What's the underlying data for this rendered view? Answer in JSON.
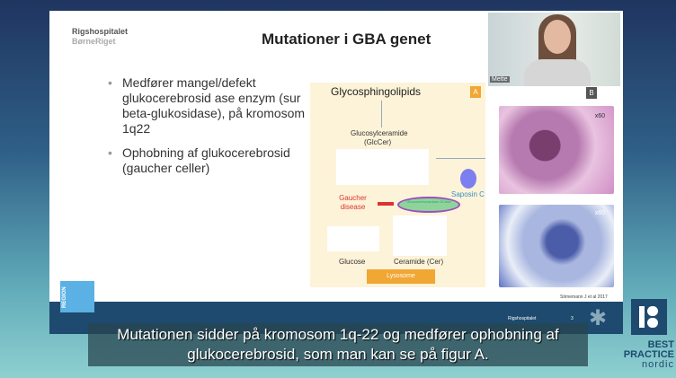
{
  "slide": {
    "org_line1": "Rigshospitalet",
    "org_line2": "BørneRiget",
    "title": "Mutationer i GBA genet",
    "bullets": [
      "Medfører mangel/defekt glukocerebrosid ase enzym (sur beta-glukosidase), på kromosom 1q22",
      "Ophobning af glukocerebrosid (gaucher celler)"
    ],
    "figure_a": {
      "badge": "A",
      "heading": "Glycosphingolipids",
      "glccer": "Glucosylceramide",
      "glccer_abbr": "(GlcCer)",
      "gaucher": "Gaucher disease",
      "enzyme": "Glucocerebrosidase GCase",
      "saposin": "Saposin C",
      "glucose": "Glucose",
      "ceramide": "Ceramide (Cer)",
      "lysosome": "Lysosome"
    },
    "figure_b": {
      "badge": "B",
      "mag1": "x60",
      "mag2": "x60"
    },
    "citation": "Stirnemann J et al 2017",
    "region_logo": "REGION",
    "footer_org": "Rigshospitalet",
    "page_number": "3"
  },
  "webcam": {
    "name": "Mette"
  },
  "subtitle": {
    "line1": "Mutationen sidder på kromosom 1q-22 og medfører ophobning af",
    "line2": "glukocerebrosid, som man kan se på figur A."
  },
  "brand": {
    "line1": "BEST",
    "line2": "PRACTICE",
    "line3": "nordic"
  }
}
